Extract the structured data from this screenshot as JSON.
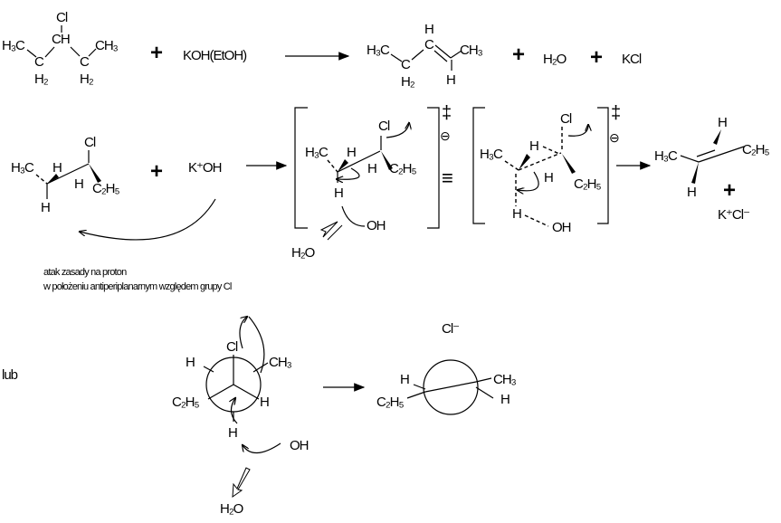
{
  "reaction1": {
    "reactant": {
      "cl": "Cl",
      "ch": "CH",
      "left": "H₃C",
      "c1": "C",
      "h1": "H₂",
      "c2": "C",
      "h2": "H₂",
      "right": "CH₃"
    },
    "plus1": "+",
    "reagent": "KOH(EtOH)",
    "product": {
      "left": "H₃C",
      "c1": "C",
      "h1": "H₂",
      "htop": "H",
      "c2": "C",
      "right": "CH₃",
      "hbot": "H"
    },
    "plus2": "+",
    "water": "H₂O",
    "plus3": "+",
    "salt": "KCl"
  },
  "reaction2": {
    "substrate": {
      "cl": "Cl",
      "left": "H₃C",
      "h1": "H",
      "h2": "H",
      "ethyl": "C₂H₅",
      "hbot": "H"
    },
    "plus": "+",
    "base": "K⁺OH",
    "ts1": {
      "left": "H₃C",
      "h1": "H",
      "cl": "Cl",
      "h2": "H",
      "ethyl": "C₂H₅",
      "hbot": "H",
      "oh": "OH",
      "water": "H₂O"
    },
    "charge_sign": "‡",
    "charge_minus": "⊖",
    "equiv": "≡",
    "ts2": {
      "cl": "Cl",
      "left": "H₃C",
      "h1": "H",
      "h2": "H",
      "ethyl": "C₂H₅",
      "hbot": "H",
      "oh": "OH"
    },
    "product": {
      "htop": "H",
      "left": "H₃C",
      "ethyl": "C₂H₅",
      "hbot": "H",
      "plus": "+",
      "salt": "K⁺Cl⁻"
    }
  },
  "caption": {
    "line1": "atak zasady na proton",
    "line2": "w położeniu antiperiplanarnym względem grupy Cl"
  },
  "newman": {
    "or_label": "lub",
    "left": {
      "cl": "Cl",
      "h1": "H",
      "ch3": "CH₃",
      "ethyl": "C₂H₅",
      "h2": "H",
      "hbot": "H",
      "oh": "OH",
      "water": "H₂O"
    },
    "right": {
      "cl": "Cl⁻",
      "h1": "H",
      "ch3": "CH₃",
      "ethyl": "C₂H₅",
      "h2": "H"
    }
  }
}
